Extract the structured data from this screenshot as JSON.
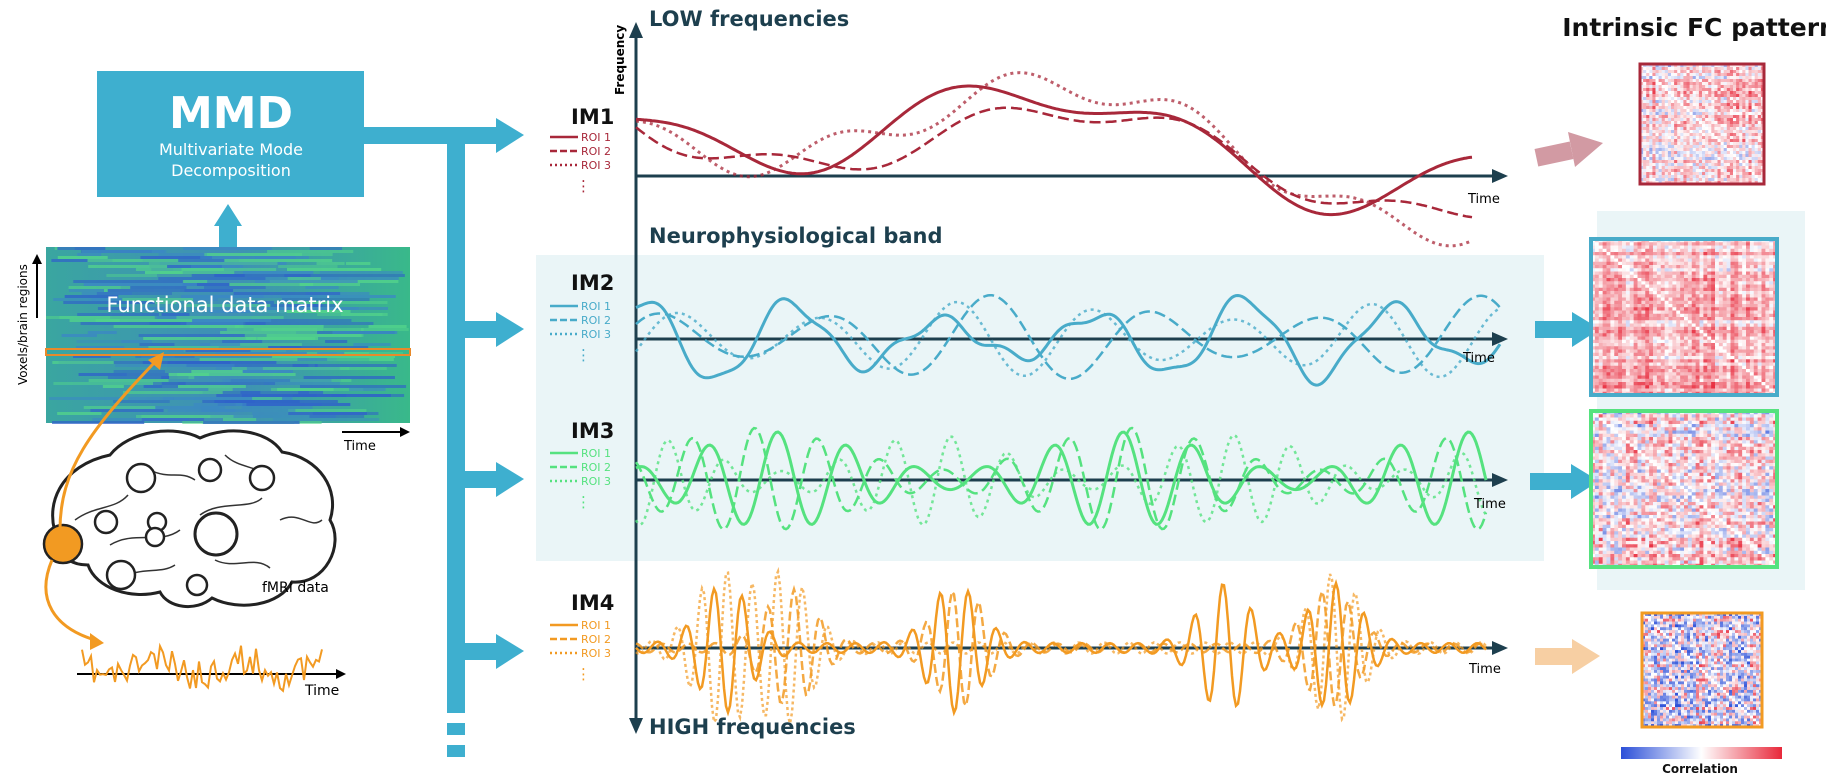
{
  "mmd": {
    "title": "MMD",
    "subtitle_line1": "Multivariate Mode",
    "subtitle_line2": "Decomposition"
  },
  "matrix": {
    "label": "Functional data matrix",
    "y_axis": "Voxels/brain regions",
    "x_axis": "Time"
  },
  "brain": {
    "label": "fMRI data"
  },
  "signal": {
    "x_axis": "Time"
  },
  "axis": {
    "frequency_label": "Frequency",
    "low_label": "LOW frequencies",
    "high_label": "HIGH frequencies",
    "band_label": "Neurophysiological band"
  },
  "modes": [
    {
      "name": "IM1",
      "color": "#a8283a",
      "time_label": "Time",
      "legend": [
        "ROI 1",
        "ROI 2",
        "ROI 3"
      ],
      "ellipsis": "⋮"
    },
    {
      "name": "IM2",
      "color": "#48abc9",
      "time_label": "Time",
      "legend": [
        "ROI 1",
        "ROI 2",
        "ROI 3"
      ],
      "ellipsis": "⋮"
    },
    {
      "name": "IM3",
      "color": "#55e27f",
      "time_label": "Time",
      "legend": [
        "ROI 1",
        "ROI 2",
        "ROI 3"
      ],
      "ellipsis": "⋮"
    },
    {
      "name": "IM4",
      "color": "#f29a22",
      "time_label": "Time",
      "legend": [
        "ROI 1",
        "ROI 2",
        "ROI 3"
      ],
      "ellipsis": "⋮"
    }
  ],
  "fc": {
    "title": "Intrinsic FC patterns",
    "colorbar_label": "Correlation"
  },
  "colors": {
    "accent": "#3eafcf",
    "band_bg": "#eaf5f7",
    "axis": "#1d3f4e",
    "corr_low": "#2b4fd8",
    "corr_high": "#e8283a"
  }
}
